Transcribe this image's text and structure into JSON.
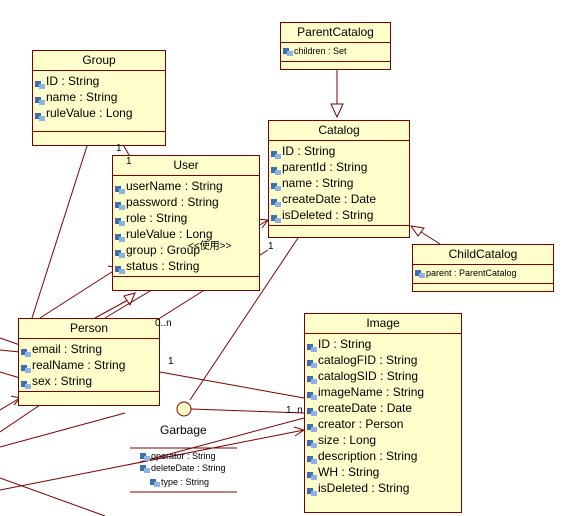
{
  "classes": {
    "group": {
      "name": "Group",
      "attrs": [
        "ID : String",
        "name : String",
        "ruleValue : Long"
      ]
    },
    "user": {
      "name": "User",
      "attrs": [
        "userName : String",
        "password : String",
        "role : String",
        "ruleValue : Long",
        "group : Group",
        "status : String"
      ]
    },
    "parentCatalog": {
      "name": "ParentCatalog",
      "attrs": [
        "children : Set"
      ]
    },
    "catalog": {
      "name": "Catalog",
      "attrs": [
        "ID : String",
        "parentId : String",
        "name : String",
        "createDate : Date",
        "isDeleted : String"
      ]
    },
    "childCatalog": {
      "name": "ChildCatalog",
      "attrs": [
        "parent : ParentCatalog"
      ]
    },
    "person": {
      "name": "Person",
      "attrs": [
        "email : String",
        "realName : String",
        "sex : String"
      ]
    },
    "image": {
      "name": "Image",
      "attrs": [
        "ID : String",
        "catalogFID : String",
        "catalogSID : String",
        "imageName : String",
        "createDate : Date",
        "creator : Person",
        "size : Long",
        "description : String",
        "WH : String",
        "isDeleted : String"
      ]
    },
    "garbage": {
      "name": "Garbage",
      "attrs": [
        "operator : String",
        "deleteDate : String",
        "type : String"
      ]
    }
  },
  "labels": {
    "group_user_mult": "1",
    "user_end_mult": "1",
    "user_stereotype": "<<使用>>",
    "catalog_mult": "1",
    "person_mult_many": "0..n",
    "person_image_mult": "1",
    "image_mult_many": "1..n"
  },
  "colors": {
    "fill": "#ffffcc",
    "border": "#800000",
    "icon": "#3a6fb0"
  }
}
